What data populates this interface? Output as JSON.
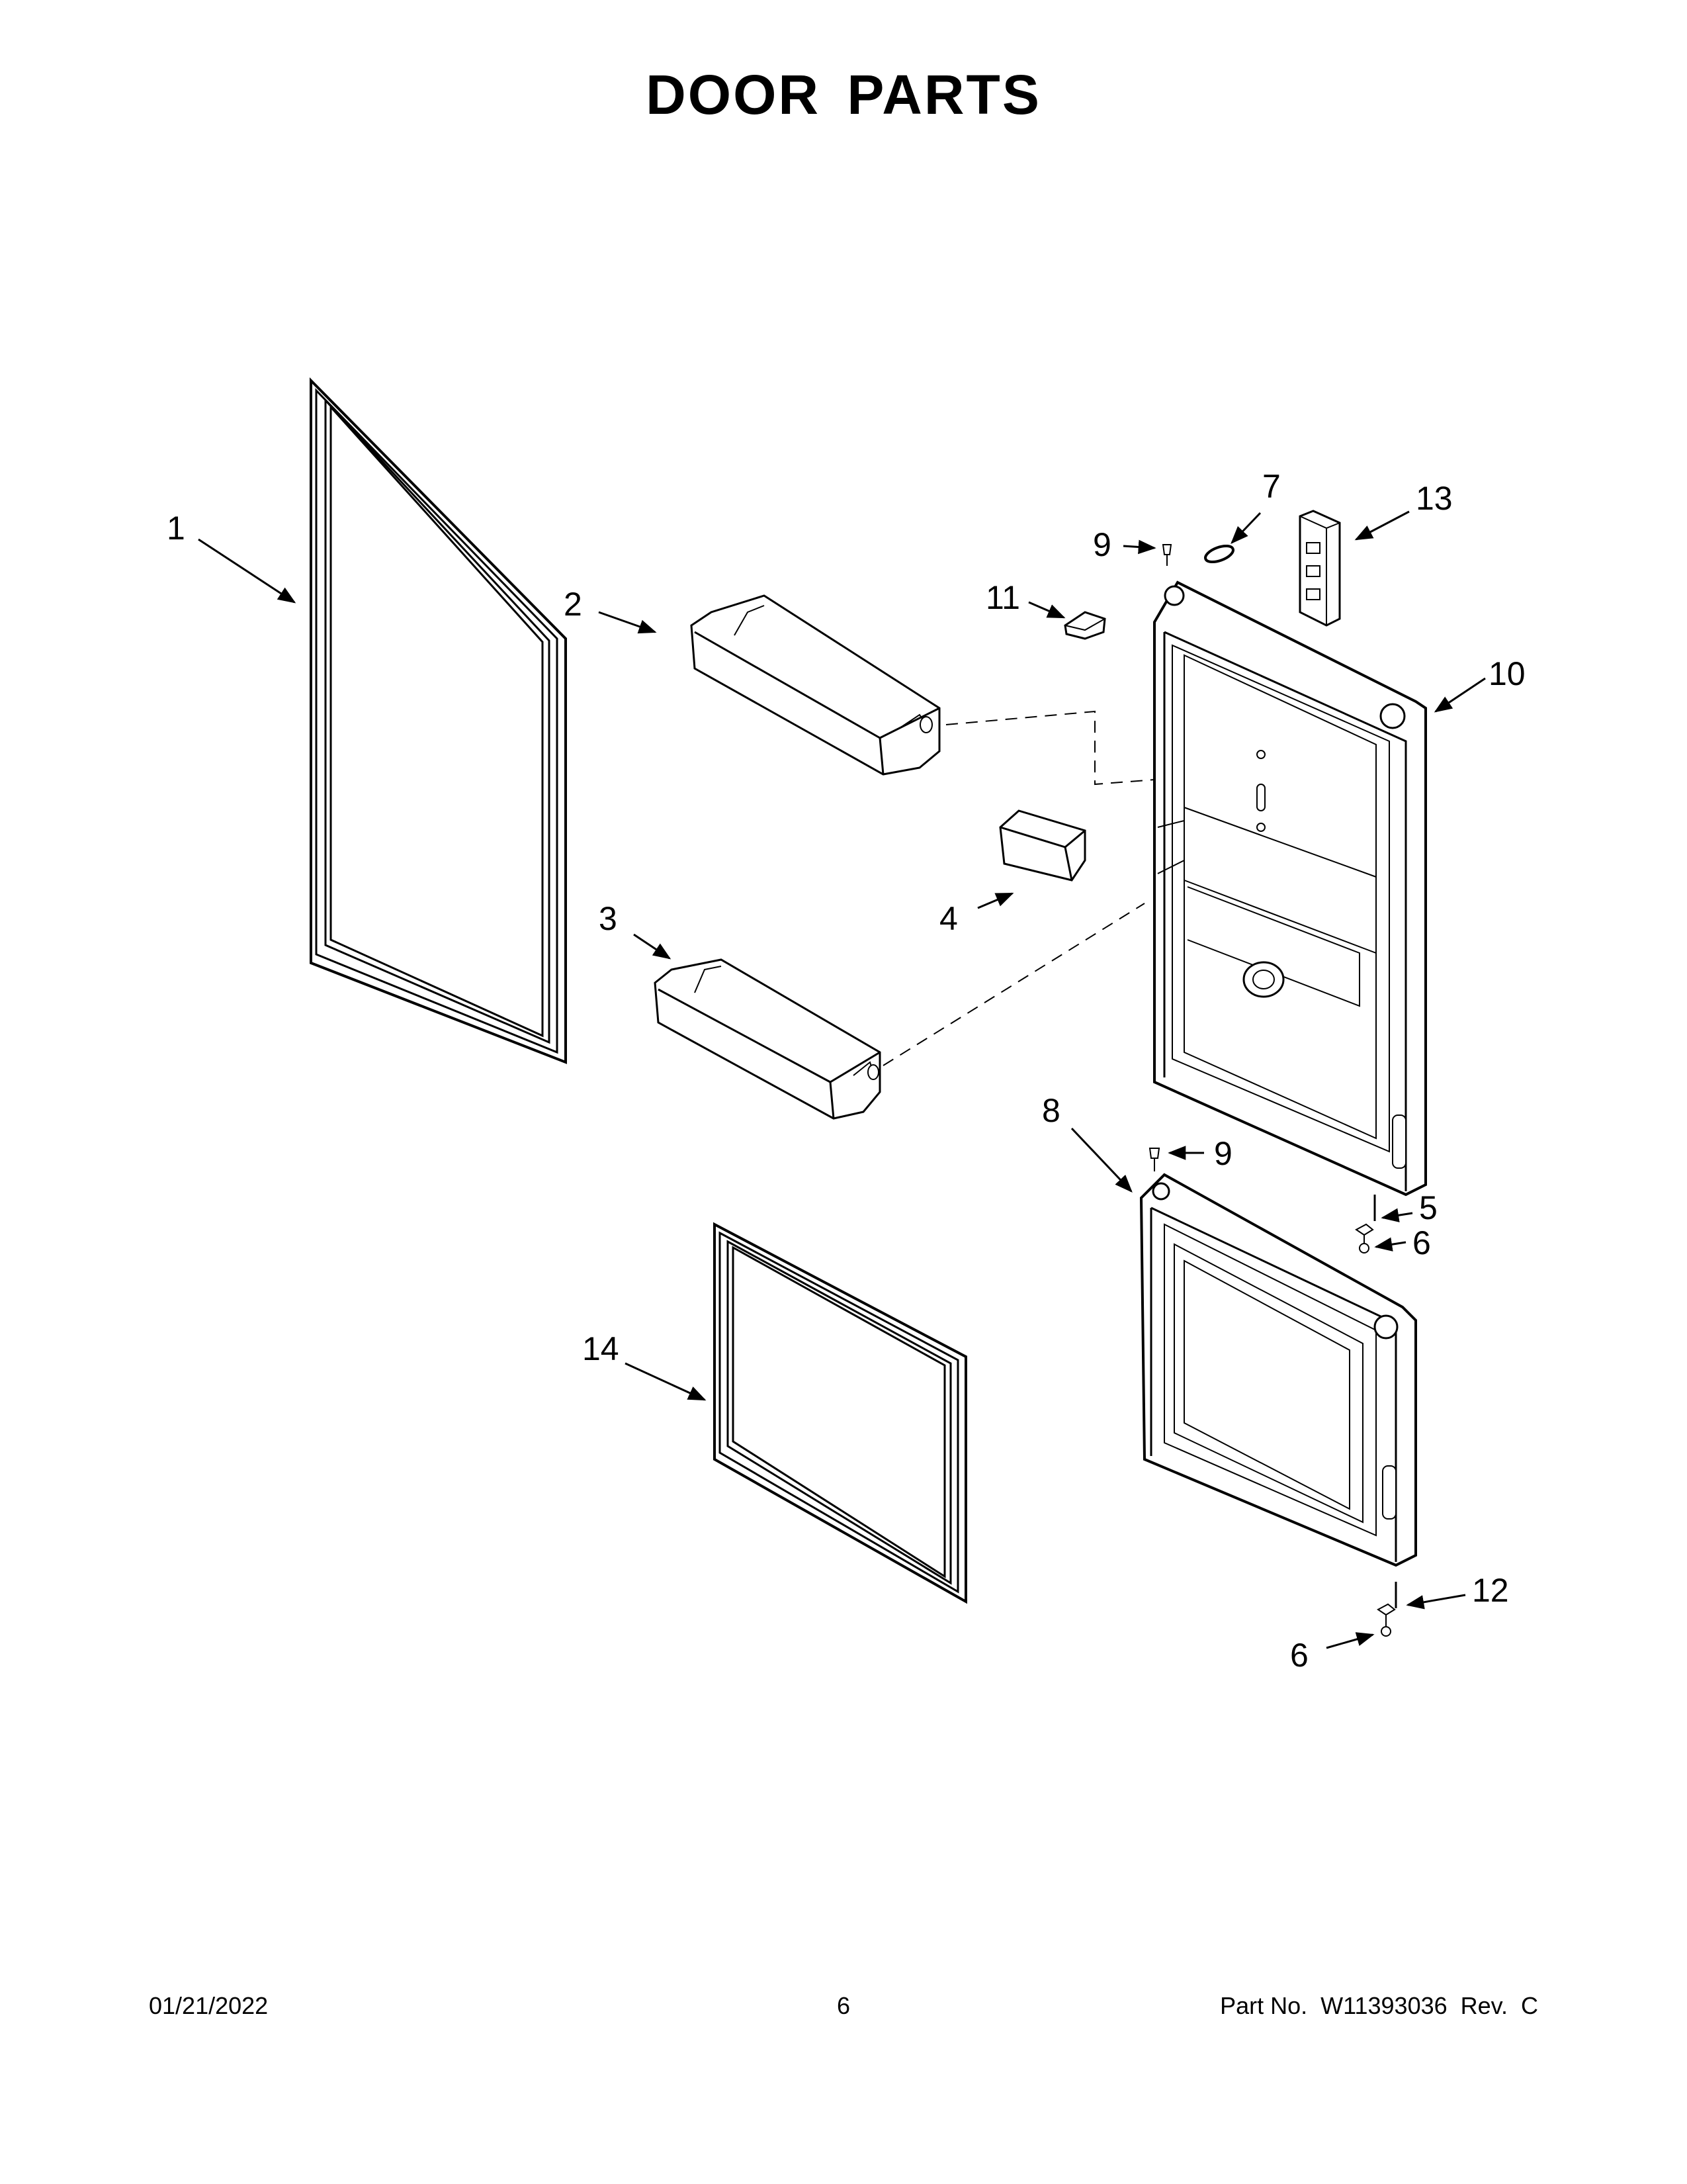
{
  "title": "DOOR PARTS",
  "callouts": [
    {
      "id": "c1",
      "text": "1"
    },
    {
      "id": "c2",
      "text": "2"
    },
    {
      "id": "c3",
      "text": "3"
    },
    {
      "id": "c4",
      "text": "4"
    },
    {
      "id": "c5",
      "text": "5"
    },
    {
      "id": "c6a",
      "text": "6"
    },
    {
      "id": "c6b",
      "text": "6"
    },
    {
      "id": "c7",
      "text": "7"
    },
    {
      "id": "c8",
      "text": "8"
    },
    {
      "id": "c9a",
      "text": "9"
    },
    {
      "id": "c9b",
      "text": "9"
    },
    {
      "id": "c10",
      "text": "10"
    },
    {
      "id": "c11",
      "text": "11"
    },
    {
      "id": "c12",
      "text": "12"
    },
    {
      "id": "c13",
      "text": "13"
    },
    {
      "id": "c14",
      "text": "14"
    }
  ],
  "footer": {
    "date": "01/21/2022",
    "page": "6",
    "part": "Part No.  W11393036  Rev.  C"
  }
}
